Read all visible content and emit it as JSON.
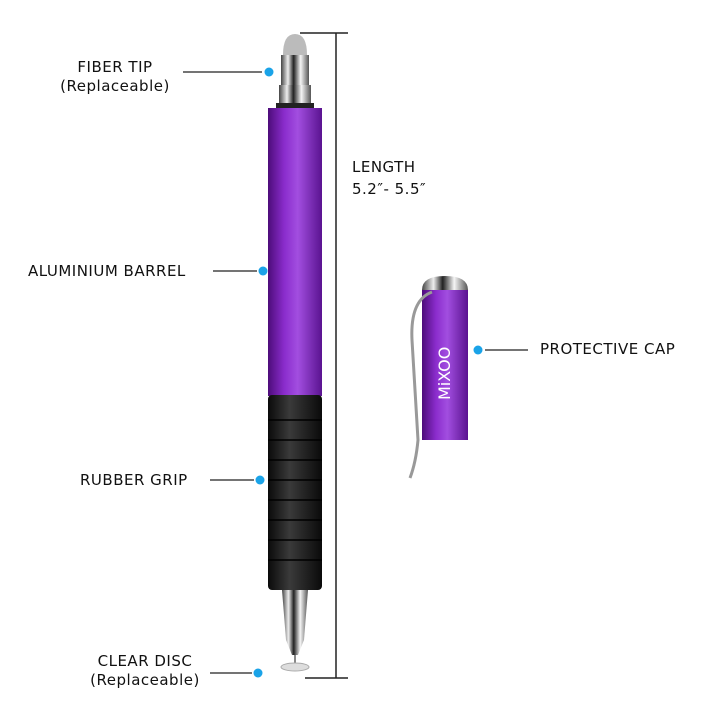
{
  "labels": {
    "fiber_tip": "FIBER TIP",
    "fiber_tip_sub": "(Replaceable)",
    "barrel": "ALUMINIUM BARREL",
    "grip": "RUBBER GRIP",
    "clear_disc": "CLEAR DISC",
    "clear_disc_sub": "(Replaceable)",
    "length": "LENGTH",
    "length_value": "5.2″- 5.5″",
    "cap": "PROTECTIVE CAP"
  },
  "brand": "MiXOO",
  "colors": {
    "accent_dot": "#1aa3e8",
    "barrel": "#7a1fb5",
    "grip": "#1a1a1a"
  }
}
